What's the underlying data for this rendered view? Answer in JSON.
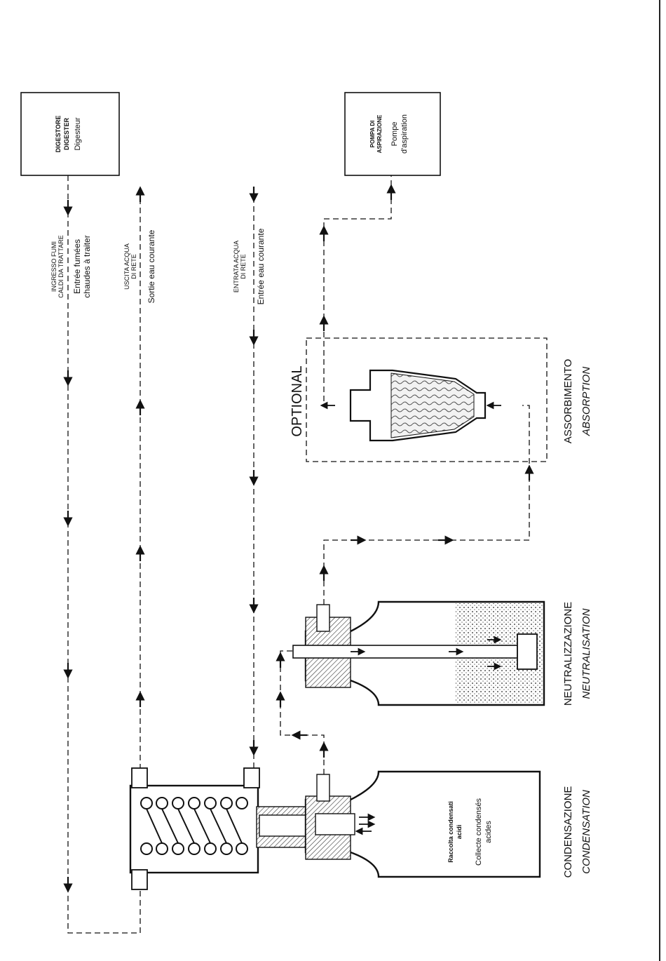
{
  "boxes": {
    "digester": {
      "line1": "DIGESTORE",
      "line2": "DIGESTER",
      "line3": "Digesteur"
    },
    "pump": {
      "line1": "POMPA DI",
      "line2": "ASPIRAZIONE",
      "line3": "Pompe",
      "line4": "d'aspiration"
    }
  },
  "flows": {
    "fumes": {
      "it1": "INGRESSO FUMI",
      "it2": "CALDI DA TRATTARE",
      "fr1": "Entrée fumées",
      "fr2": "chaudes à traiter"
    },
    "water_out": {
      "it1": "USCITA ACQUA",
      "it2": "DI RETE",
      "fr": "Sortie eau courante"
    },
    "water_in": {
      "it1": "ENTRATA ACQUA",
      "it2": "DI RETE",
      "fr": "Entrée eau courante"
    }
  },
  "stages": {
    "condensation": {
      "it": "CONDENSAZIONE",
      "en": "CONDENSATION"
    },
    "neutralisation": {
      "it": "NEUTRALIZZAZIONE",
      "en": "NEUTRALISATION"
    },
    "absorption": {
      "it": "ASSORBIMENTO",
      "en": "ABSORPTION"
    }
  },
  "optional_label": "OPTIONAL",
  "collector": {
    "it1": "Raccolta condensati",
    "it2": "acidi",
    "fr1": "Collecte condensés",
    "fr2": "acides"
  }
}
